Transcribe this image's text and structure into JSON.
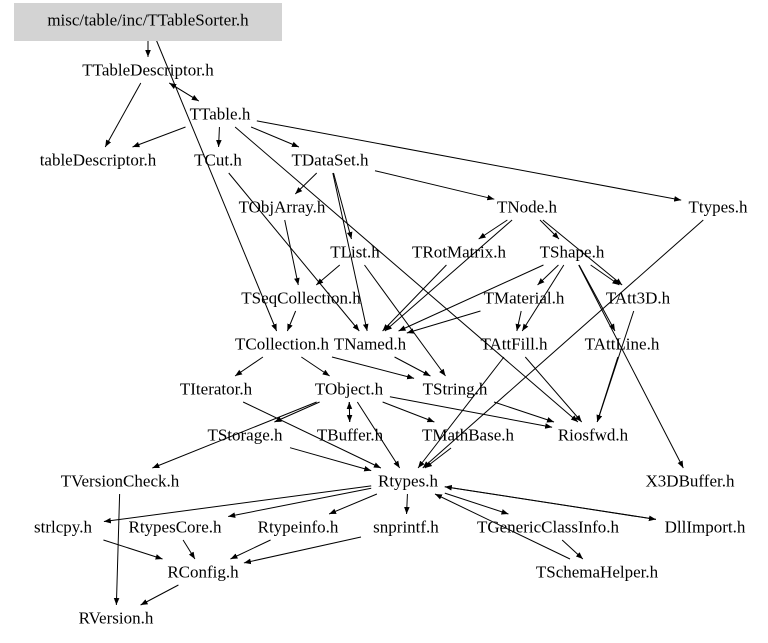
{
  "graph": {
    "root": "root",
    "nodes": [
      {
        "id": "root",
        "label": "misc/table/inc/TTableSorter.h"
      },
      {
        "id": "ttabledescriptor",
        "label": "TTableDescriptor.h"
      },
      {
        "id": "ttable",
        "label": "TTable.h"
      },
      {
        "id": "tabledescriptor",
        "label": "tableDescriptor.h"
      },
      {
        "id": "tcut",
        "label": "TCut.h"
      },
      {
        "id": "tdataset",
        "label": "TDataSet.h"
      },
      {
        "id": "tobjarray",
        "label": "TObjArray.h"
      },
      {
        "id": "ttypes",
        "label": "Ttypes.h"
      },
      {
        "id": "tnode",
        "label": "TNode.h"
      },
      {
        "id": "tlist",
        "label": "TList.h"
      },
      {
        "id": "trotmatrix",
        "label": "TRotMatrix.h"
      },
      {
        "id": "tshape",
        "label": "TShape.h"
      },
      {
        "id": "tseqcollection",
        "label": "TSeqCollection.h"
      },
      {
        "id": "tmaterial",
        "label": "TMaterial.h"
      },
      {
        "id": "tatt3d",
        "label": "TAtt3D.h"
      },
      {
        "id": "tcollection",
        "label": "TCollection.h"
      },
      {
        "id": "tnamed",
        "label": "TNamed.h"
      },
      {
        "id": "tattfill",
        "label": "TAttFill.h"
      },
      {
        "id": "tattline",
        "label": "TAttLine.h"
      },
      {
        "id": "titerator",
        "label": "TIterator.h"
      },
      {
        "id": "tobject",
        "label": "TObject.h"
      },
      {
        "id": "tstring",
        "label": "TString.h"
      },
      {
        "id": "tstorage",
        "label": "TStorage.h"
      },
      {
        "id": "tbuffer",
        "label": "TBuffer.h"
      },
      {
        "id": "tmathbase",
        "label": "TMathBase.h"
      },
      {
        "id": "riosfwd",
        "label": "Riosfwd.h"
      },
      {
        "id": "tversioncheck",
        "label": "TVersionCheck.h"
      },
      {
        "id": "rtypes",
        "label": "Rtypes.h"
      },
      {
        "id": "x3dbuffer",
        "label": "X3DBuffer.h"
      },
      {
        "id": "strlcpy",
        "label": "strlcpy.h"
      },
      {
        "id": "rtypescore",
        "label": "RtypesCore.h"
      },
      {
        "id": "rtypeinfo",
        "label": "Rtypeinfo.h"
      },
      {
        "id": "snprintf",
        "label": "snprintf.h"
      },
      {
        "id": "tgenericclassinfo",
        "label": "TGenericClassInfo.h"
      },
      {
        "id": "dllimport",
        "label": "DllImport.h"
      },
      {
        "id": "rconfig",
        "label": "RConfig.h"
      },
      {
        "id": "tschemahelper",
        "label": "TSchemaHelper.h"
      },
      {
        "id": "rversion",
        "label": "RVersion.h"
      }
    ],
    "edges": [
      [
        "root",
        "ttabledescriptor"
      ],
      [
        "root",
        "tcollection"
      ],
      [
        "ttabledescriptor",
        "tabledescriptor"
      ],
      [
        "ttabledescriptor",
        "ttable"
      ],
      [
        "ttable",
        "ttabledescriptor"
      ],
      [
        "ttable",
        "tabledescriptor"
      ],
      [
        "ttable",
        "tcut"
      ],
      [
        "ttable",
        "tdataset"
      ],
      [
        "ttable",
        "ttypes"
      ],
      [
        "ttable",
        "riosfwd"
      ],
      [
        "tcut",
        "tnamed"
      ],
      [
        "tdataset",
        "tobjarray"
      ],
      [
        "tdataset",
        "tlist"
      ],
      [
        "tdataset",
        "tnode"
      ],
      [
        "tdataset",
        "tnamed"
      ],
      [
        "tobjarray",
        "tseqcollection"
      ],
      [
        "tlist",
        "tseqcollection"
      ],
      [
        "tlist",
        "tstring"
      ],
      [
        "tnode",
        "trotmatrix"
      ],
      [
        "tnode",
        "tshape"
      ],
      [
        "tnode",
        "tnamed"
      ],
      [
        "tnode",
        "tatt3d"
      ],
      [
        "trotmatrix",
        "tnamed"
      ],
      [
        "tshape",
        "tmaterial"
      ],
      [
        "tshape",
        "tnamed"
      ],
      [
        "tshape",
        "tattfill"
      ],
      [
        "tshape",
        "tattline"
      ],
      [
        "tshape",
        "tatt3d"
      ],
      [
        "tshape",
        "x3dbuffer"
      ],
      [
        "tmaterial",
        "tattfill"
      ],
      [
        "tmaterial",
        "tnamed"
      ],
      [
        "tatt3d",
        "riosfwd"
      ],
      [
        "ttypes",
        "rtypes"
      ],
      [
        "tseqcollection",
        "tcollection"
      ],
      [
        "tcollection",
        "titerator"
      ],
      [
        "tcollection",
        "tobject"
      ],
      [
        "tcollection",
        "tstring"
      ],
      [
        "tnamed",
        "tstring"
      ],
      [
        "tattfill",
        "riosfwd"
      ],
      [
        "tattfill",
        "rtypes"
      ],
      [
        "tattline",
        "riosfwd"
      ],
      [
        "titerator",
        "rtypes"
      ],
      [
        "tobject",
        "tstorage"
      ],
      [
        "tobject",
        "tbuffer"
      ],
      [
        "tobject",
        "tversioncheck"
      ],
      [
        "tobject",
        "rtypes"
      ],
      [
        "tobject",
        "riosfwd"
      ],
      [
        "tobject",
        "tmathbase"
      ],
      [
        "tbuffer",
        "tobject"
      ],
      [
        "tstring",
        "riosfwd"
      ],
      [
        "tstorage",
        "rtypes"
      ],
      [
        "tmathbase",
        "rtypes"
      ],
      [
        "rtypes",
        "strlcpy"
      ],
      [
        "rtypes",
        "rtypescore"
      ],
      [
        "rtypes",
        "rtypeinfo"
      ],
      [
        "rtypes",
        "snprintf"
      ],
      [
        "rtypes",
        "tgenericclassinfo"
      ],
      [
        "rtypes",
        "dllimport"
      ],
      [
        "dllimport",
        "rtypes"
      ],
      [
        "tschemahelper",
        "rtypes"
      ],
      [
        "tversioncheck",
        "rversion"
      ],
      [
        "strlcpy",
        "rconfig"
      ],
      [
        "rtypescore",
        "rconfig"
      ],
      [
        "rtypeinfo",
        "rconfig"
      ],
      [
        "snprintf",
        "rconfig"
      ],
      [
        "rconfig",
        "rversion"
      ],
      [
        "tgenericclassinfo",
        "tschemahelper"
      ]
    ]
  }
}
